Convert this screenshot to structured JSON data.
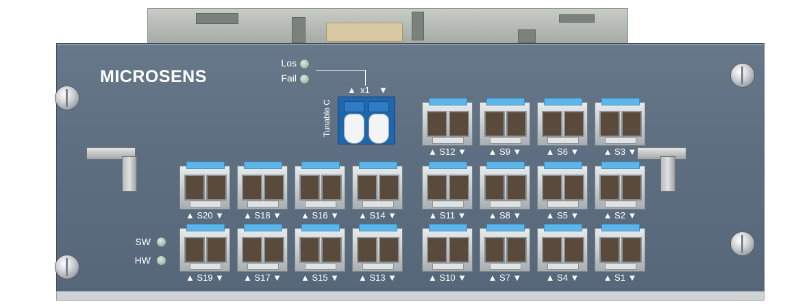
{
  "brand": "MICROSENS",
  "leds_top": [
    {
      "label": "Los"
    },
    {
      "label": "Fail"
    }
  ],
  "leds_bottom": [
    {
      "label": "SW"
    },
    {
      "label": "HW"
    }
  ],
  "tunable": {
    "label": "Tunable C",
    "up_arrow": "▲",
    "port_label": "x1",
    "down_arrow": "▼"
  },
  "ports": [
    {
      "label": "▲ S20 ▼"
    },
    {
      "label": "▲ S18 ▼"
    },
    {
      "label": "▲ S16 ▼"
    },
    {
      "label": "▲ S14 ▼"
    },
    {
      "label": "▲ S19 ▼"
    },
    {
      "label": "▲ S17 ▼"
    },
    {
      "label": "▲ S15 ▼"
    },
    {
      "label": "▲ S13 ▼"
    },
    {
      "label": "▲ S12 ▼"
    },
    {
      "label": "▲ S9 ▼"
    },
    {
      "label": "▲ S6 ▼"
    },
    {
      "label": "▲ S3 ▼"
    },
    {
      "label": "▲ S11 ▼"
    },
    {
      "label": "▲ S8 ▼"
    },
    {
      "label": "▲ S5 ▼"
    },
    {
      "label": "▲ S2 ▼"
    },
    {
      "label": "▲ S10 ▼"
    },
    {
      "label": "▲ S7 ▼"
    },
    {
      "label": "▲ S4 ▼"
    },
    {
      "label": "▲ S1 ▼"
    }
  ],
  "colors": {
    "panel": "#5e6f82",
    "port_tab": "#5db6ea",
    "lc_connector": "#1e66ad",
    "led_off": "#9fb7ad"
  }
}
